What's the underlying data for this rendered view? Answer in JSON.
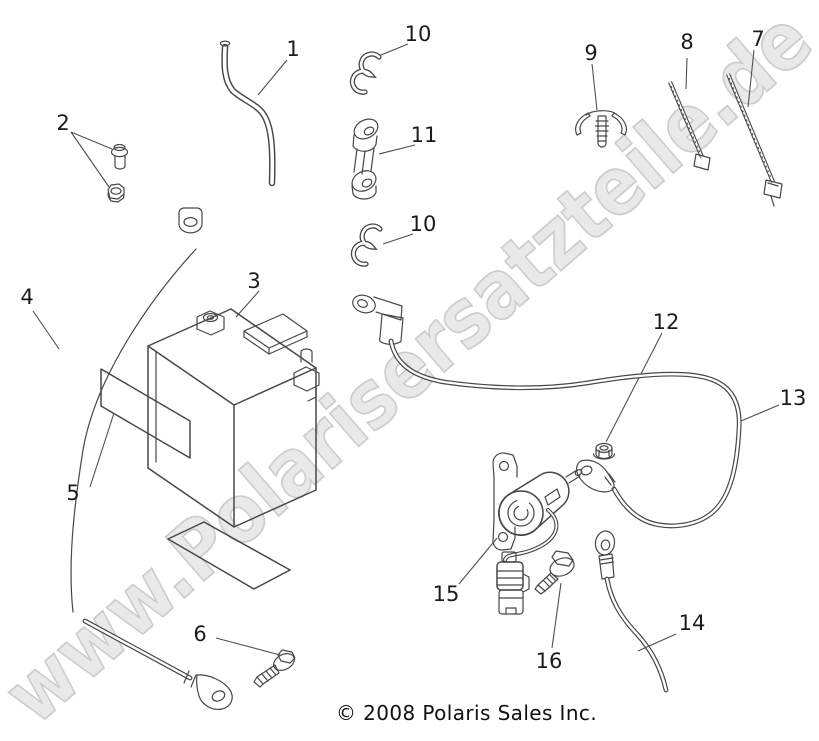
{
  "watermark": {
    "text": "www.Polarisersatzteile.de"
  },
  "copyright": {
    "text": "© 2008 Polaris Sales Inc."
  },
  "callouts": {
    "c1": {
      "label": "1"
    },
    "c2": {
      "label": "2"
    },
    "c3": {
      "label": "3"
    },
    "c4": {
      "label": "4"
    },
    "c5": {
      "label": "5"
    },
    "c6": {
      "label": "6"
    },
    "c7": {
      "label": "7"
    },
    "c8": {
      "label": "8"
    },
    "c9": {
      "label": "9"
    },
    "c10a": {
      "label": "10"
    },
    "c10b": {
      "label": "10"
    },
    "c11": {
      "label": "11"
    },
    "c12": {
      "label": "12"
    },
    "c13": {
      "label": "13"
    },
    "c14": {
      "label": "14"
    },
    "c15": {
      "label": "15"
    },
    "c16": {
      "label": "16"
    }
  },
  "colors": {
    "background": "#ffffff",
    "line_art": "#474747",
    "callout_text": "#1b1b1b",
    "watermark_fill": "#e9e9e9",
    "watermark_outline": "#cdcdcd"
  }
}
